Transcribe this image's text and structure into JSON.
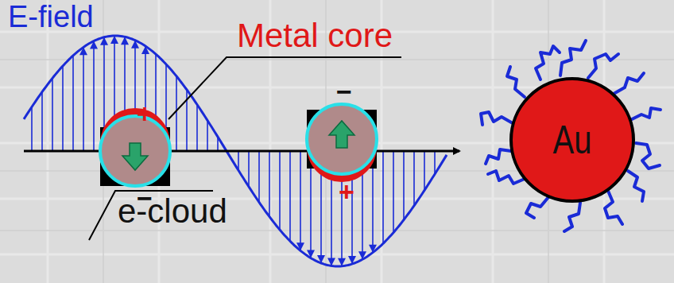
{
  "diagram": {
    "nodes": [
      {
        "text": [
          "Au"
        ]
      }
    ],
    "labels": [
      "E-field",
      "Metal core",
      "e-cloud",
      "+",
      "−",
      "−",
      "+"
    ]
  }
}
